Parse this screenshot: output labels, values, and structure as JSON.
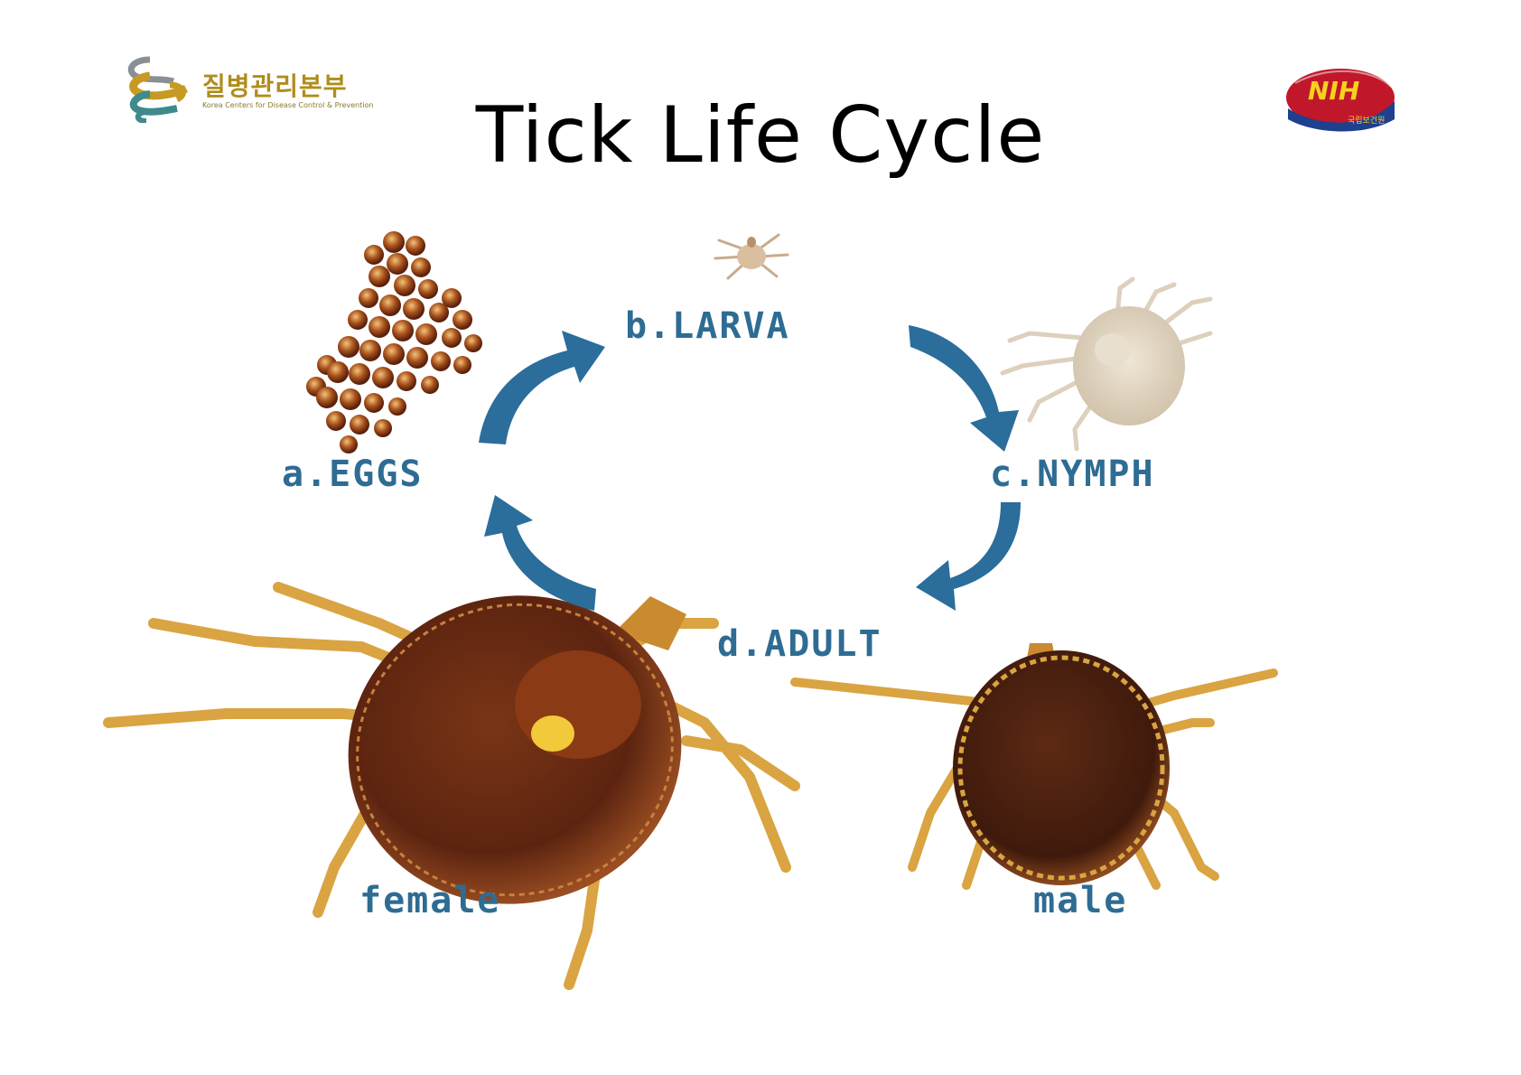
{
  "slide": {
    "title": "Tick Life Cycle"
  },
  "logos": {
    "left": {
      "korean_text": "질병관리본부",
      "english_text": "Korea Centers for Disease Control & Prevention"
    },
    "right": {
      "text": "NIH",
      "korean_text": "국립보건원"
    }
  },
  "diagram": {
    "stages": [
      {
        "id": "eggs",
        "label": "a.EGGS"
      },
      {
        "id": "larva",
        "label": "b.LARVA"
      },
      {
        "id": "nymph",
        "label": "c.NYMPH"
      },
      {
        "id": "adult",
        "label": "d.ADULT"
      }
    ],
    "adult_sexes": [
      {
        "id": "female",
        "label": "female"
      },
      {
        "id": "male",
        "label": "male"
      }
    ],
    "colors": {
      "label": "#2e6c93",
      "arrow": "#2b6d9b",
      "tick_body_dark": "#6b2a12",
      "tick_body_mid": "#9a4a1c",
      "tick_legs": "#d9a441",
      "eggs": "#8a3f14",
      "nymph": "#e6dccd"
    }
  }
}
